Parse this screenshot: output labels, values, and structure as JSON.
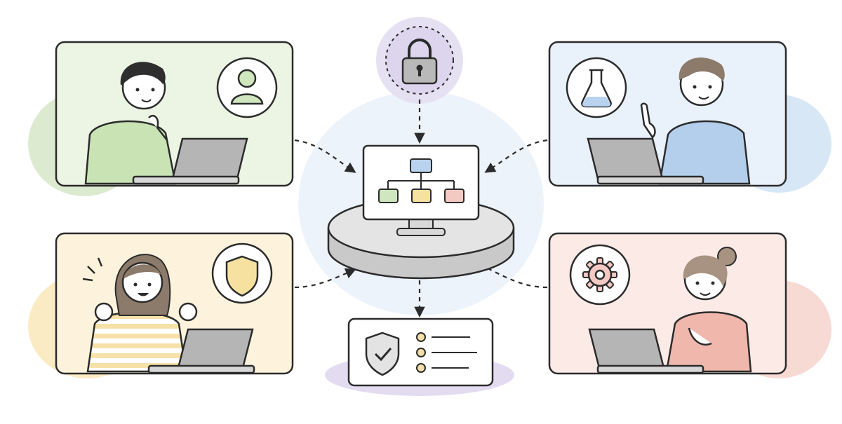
{
  "diagram": {
    "center": {
      "label": "",
      "platform": "rotating-disc-platform",
      "monitor_content": "org-chart",
      "chart_colors": {
        "top": "#b9d3ef",
        "left": "#cfe6bf",
        "middle": "#f7e1a0",
        "right": "#f4c9c3"
      }
    },
    "lock": {
      "icon": "padlock-icon",
      "color": "#ddd5ee"
    },
    "output_card": {
      "icon": "shield-check-icon",
      "list_items": 3,
      "bullet_color": "#f4e0a6",
      "shadow_color": "#e3dcf1"
    },
    "users": [
      {
        "id": "user-top-left",
        "panel_color": "#ecf5e4",
        "blob_color": "#dcebd0",
        "badge_icon": "person-icon",
        "badge_color": "#cfe6bf",
        "shirt_color": "#c9e3b4"
      },
      {
        "id": "user-top-right",
        "panel_color": "#e9f1fb",
        "blob_color": "#d8e7f6",
        "badge_icon": "flask-icon",
        "badge_color": "#b9d3ef",
        "shirt_color": "#b3cfeb"
      },
      {
        "id": "user-bottom-left",
        "panel_color": "#fdf3dc",
        "blob_color": "#fbebc4",
        "badge_icon": "shield-icon",
        "badge_color": "#f7e1a0",
        "shirt_color": "#f6e2a9"
      },
      {
        "id": "user-bottom-right",
        "panel_color": "#fbeae6",
        "blob_color": "#f7dad3",
        "badge_icon": "gear-icon",
        "badge_color": "#f4c9c3",
        "shirt_color": "#f0b8ad"
      }
    ]
  }
}
